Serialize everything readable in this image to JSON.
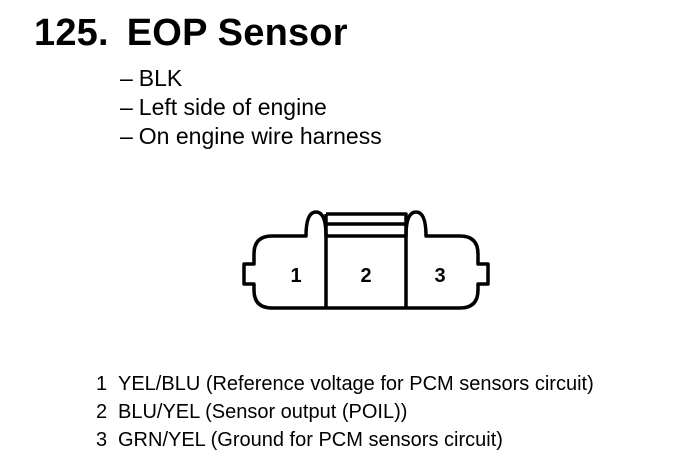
{
  "header": {
    "number": "125.",
    "title": "EOP Sensor"
  },
  "details": [
    "BLK",
    "Left side of engine",
    "On engine wire harness"
  ],
  "details_prefix": "–",
  "connector": {
    "terminals": [
      "1",
      "2",
      "3"
    ]
  },
  "pins": [
    {
      "num": "1",
      "desc": "YEL/BLU (Reference voltage for PCM sensors circuit)"
    },
    {
      "num": "2",
      "desc": "BLU/YEL (Sensor output (POIL))"
    },
    {
      "num": "3",
      "desc": "GRN/YEL (Ground for PCM sensors circuit)"
    }
  ]
}
